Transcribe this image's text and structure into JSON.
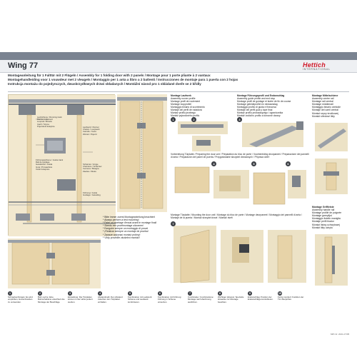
{
  "header": {
    "title": "Wing 77",
    "subtitle_lines": [
      "Montageanleitung für 1 Falttür mit 2 Flügeln / Assembly for 1 folding door with 2 panels / Montage pour 1 porte pliante à 2 vantaux",
      "Montagehandleiding voor 1 vouwdeur met 2 vleugels / Montaggio per 1 anta a libro a 2 battenti / Instrucciones de montaje para 1 puerta con 2 hojas",
      "Instrukcja montażu do pojedynczych, dwuskrzydłowych drzwi składanych / Montážní návod pro 1 skládané dveře se 2 křídly"
    ],
    "logo_text": "Hettich",
    "logo_sub": "INTERNATIONAL"
  },
  "drawing_callouts": [
    "Laufschiene / Running track",
    "Rail de roulement",
    "Looprail / Binario",
    "Carril / Szyna",
    "Pojezdová kolejnice",
    "Laufwerk / Runner",
    "Chariot / Loopwerk",
    "Carrello / Carro",
    "Wózek / Pojezd",
    "Führungsschiene / Guide track",
    "Rail de guidage",
    "Geleiderail / Guida",
    "Guía / Prowadnica",
    "Vodicí kolejnice",
    "Scharnier / Hinge",
    "Charnière / Scharnier",
    "Cerniera / Bisagra",
    "Zawias / Závěs",
    "Führung / Guide",
    "Guidage / Geleiding"
  ],
  "laufwerk_panel": {
    "lines": [
      "Montage Laufwerk",
      "Assembly runner profile",
      "Montage profil de roulement",
      "Montage loopprofiel",
      "Montaggio binario di scorrimento",
      "Montaje del perfil de rodadura",
      "Montaż profilu jezdnego",
      "Montáž pojezdového profilu"
    ]
  },
  "fuehrung_panel": {
    "lines": [
      "Montage Führungsprofil und Endanschlag",
      "Assembly guide profile and end stop",
      "Montage profil de guidage et butée de fin de course",
      "Montage geleideprofiel en eindaanslag",
      "Montaggio profilo di guida e finecorsa",
      "Montaje del perfil guía y tope final",
      "Montaż profilu prowadzącego i ogranicznika",
      "Montáž vodicího profilu a koncové dorazy"
    ]
  },
  "vorbereitung_head": "Vorbereitung Türplatte / Preparing the door unit / Préparation du bloc de porte / Voorbereiding deurpaneel / Preparazione dei pannelli di anta / Preparación del panel de puerta / Przygotowanie skrzydeł drzwiowych / Příprava dveří",
  "side_list_1": [
    "Montage Mittelschiene",
    "Assembly centre rail",
    "Montage rail central",
    "Montage middenrail",
    "Montaggio binario centrale",
    "Montaje del carril central",
    "Montaż szyny środkowej",
    "Montáž středové lišty"
  ],
  "side_list_2": [
    "Montage Griffleiste",
    "Assembly handle rail",
    "Montage profilé de poignée",
    "Montage greeplijst",
    "Montaggio listello maniglia",
    "Montaje perfil tirador",
    "Montaż listwy uchwytowej",
    "Montáž lišty úchytu"
  ],
  "bullets": [
    "* Bitte immer zuerst Montageanleitung beachten!",
    "* Always perform a test mounting!",
    "* Faire un montage d'essai avant le montage final!",
    "* Steeds een proefmontage uitvoeren!",
    "* Eseguire sempre un montaggio di prova!",
    "* ¡Realizar siempre un montaje de prueba!",
    "* Zawsze wykonać montaż próbny!",
    "* Vždy proveďte zkušební montáž!"
  ],
  "mount_head": "Montage Türplatte / Mounting the door unit / Montage du bloc de porte / Montage deurpaneel / Montaggio dei pannelli di anta / Montaje de la puerta / Montaż skrzydeł drzwi / Montáž dveří",
  "step_numbers": [
    "1",
    "2",
    "3",
    "4",
    "5",
    "6",
    "7"
  ],
  "legend": [
    {
      "num": "1",
      "text": "Schraubenhinweis: Es wird empfohlen, Holzschrauben zu verwenden."
    },
    {
      "num": "2",
      "text": "Bohr-Lehre: Eine Bohrschablone erleichtert die Montage der Beschläge."
    },
    {
      "num": "3",
      "text": "Einstellung: Die Türplatten können in der Höhe justiert werden."
    },
    {
      "num": "4",
      "text": "Abstandmaß: Den Abstand zwischen den Türplatten einhalten."
    },
    {
      "num": "5",
      "text": "Kombination mit Laufwerk: Schiene und Laufwerk kombinieren."
    },
    {
      "num": "6",
      "text": "Kombination mit Führung: Führung in Schiene einsetzen."
    },
    {
      "num": "7",
      "text": "Combinatie / Combinazione: Montage nach Zeichnung ausführen."
    },
    {
      "num": "8",
      "text": "Wichtiger Hinweis: Spezielle Hinweise zur Montage beachten."
    },
    {
      "num": "9",
      "text": "Endanschlag: Position der Endanschläge kontrollieren."
    },
    {
      "num": "10",
      "text": "Fertig montiert: Funktion der Tür überprüfen."
    }
  ],
  "footer_code": "MPI-Nr. 2021-07/05",
  "colors": {
    "drawing_bg": "#f2e8cf",
    "wood": "#e7d3a8",
    "metal": "#9aa0a8",
    "band": "#7a8391",
    "logo_red": "#d11a2a"
  }
}
